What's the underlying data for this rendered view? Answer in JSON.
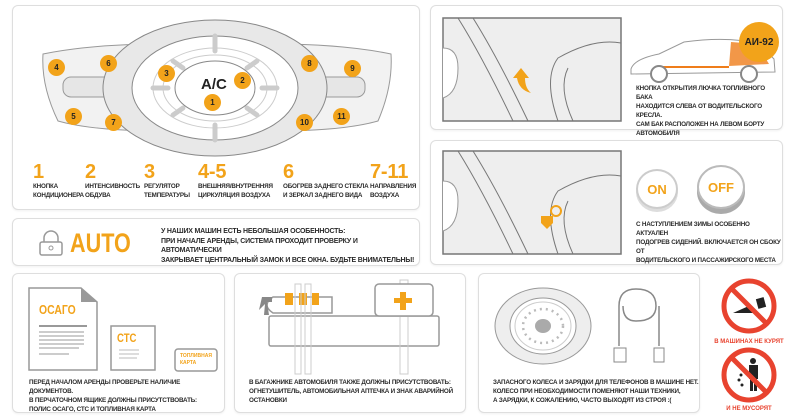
{
  "climate": {
    "ac_label": "A/C",
    "markers": [
      "1",
      "2",
      "3",
      "4",
      "5",
      "6",
      "7",
      "8",
      "9",
      "10",
      "11"
    ],
    "legend": [
      {
        "num": "1",
        "l1": "Кнопка",
        "l2": "кондиционера"
      },
      {
        "num": "2",
        "l1": "Интенсивность",
        "l2": "обдува"
      },
      {
        "num": "3",
        "l1": "Регулятор",
        "l2": "температуры"
      },
      {
        "num": "4-5",
        "l1": "Внешняя/внутренняя",
        "l2": "циркуляция воздуха"
      },
      {
        "num": "6",
        "l1": "Обогрев заднего стекла",
        "l2": "и зеркал заднего вида"
      },
      {
        "num": "7-11",
        "l1": "Направления",
        "l2": "воздуха"
      }
    ]
  },
  "auto_lock": {
    "title": "AUTO",
    "lines": [
      "У наших машин есть небольшая особенность:",
      "При начале аренды, система проходит проверку и автоматически",
      "закрывает центральный замок и все окна. Будьте внимательны!"
    ]
  },
  "fuel": {
    "badge": "АИ-92",
    "lines": [
      "Кнопка открытия лючка топливного бака",
      "находится слева от водительского кресла.",
      "Сам бак расположен на левом борту",
      "автомобиля"
    ]
  },
  "seat_heating": {
    "on": "ON",
    "off": "OFF",
    "lines": [
      "С наступлением зимы особенно актуален",
      "подогрев сидений. Включается он сбоку от",
      "водительского и пассажирского места"
    ]
  },
  "documents": {
    "osago": "ОСАГО",
    "sts": "СТС",
    "fuel_card_1": "Топливная",
    "fuel_card_2": "карта",
    "lines": [
      "Перед началом аренды проверьте наличие документов.",
      "В перчаточном ящике должны присутствовать:",
      "полис ОСАГО, СТС и топливная карта"
    ]
  },
  "trunk": {
    "lines": [
      "В багажнике автомобиля также должны присутствовать:",
      "огнетушитель, автомобильная аптечка и знак аварийной",
      "остановки"
    ]
  },
  "spare": {
    "lines": [
      "Запасного колеса и зарядки для телефонов в машине нет.",
      "Колесо при необходимости поменяют наши техники,",
      "а зарядки, к сожалению, часто выходят из строя :("
    ]
  },
  "rules": {
    "no_smoking": "В машинах не курят",
    "no_litter": "и не мусорят",
    "red": "#e8432f"
  },
  "colors": {
    "accent": "#f2a31a"
  }
}
